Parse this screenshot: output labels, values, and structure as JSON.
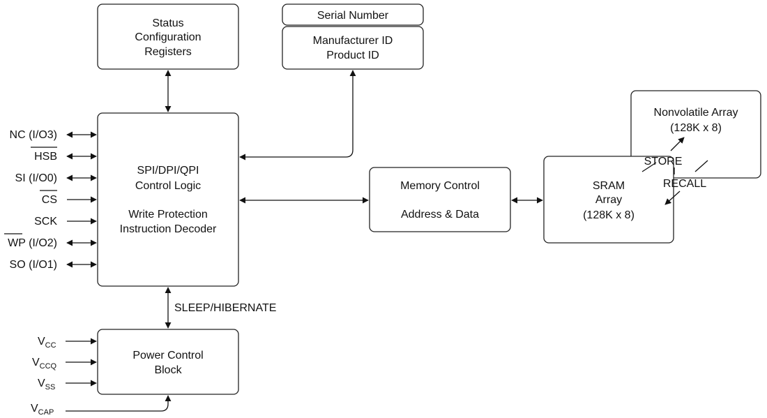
{
  "blocks": {
    "status": [
      "Status",
      "Configuration",
      "Registers"
    ],
    "serial_number": "Serial Number",
    "mfr": [
      "Manufacturer ID",
      "Product ID"
    ],
    "spi": [
      "SPI/DPI/QPI",
      "Control Logic",
      "Write Protection",
      "Instruction Decoder"
    ],
    "memory_control": [
      "Memory Control",
      "Address & Data"
    ],
    "sram": [
      "SRAM",
      "Array",
      "(128K x 8)"
    ],
    "nonvolatile": [
      "Nonvolatile Array",
      "(128K x 8)"
    ],
    "power": [
      "Power Control",
      "Block"
    ]
  },
  "labels": {
    "store": "STORE",
    "recall": "RECALL",
    "sleep": "SLEEP/HIBERNATE"
  },
  "pins": [
    {
      "name": "NC (I/O3)",
      "bidirectional": true
    },
    {
      "name": "HSB",
      "overbar": true,
      "bidirectional": true
    },
    {
      "name": "SI (I/O0)",
      "bidirectional": true
    },
    {
      "name": "CS",
      "overbar": true,
      "bidirectional": false
    },
    {
      "name": "SCK",
      "bidirectional": false
    },
    {
      "overbar_part": "WP",
      "rest": " (I/O2)",
      "bidirectional": true
    },
    {
      "name": "SO (I/O1)",
      "bidirectional": true
    }
  ],
  "power_pins": [
    {
      "main": "V",
      "sub": "CC"
    },
    {
      "main": "V",
      "sub": "CCQ"
    },
    {
      "main": "V",
      "sub": "SS"
    },
    {
      "main": "V",
      "sub": "CAP"
    }
  ]
}
